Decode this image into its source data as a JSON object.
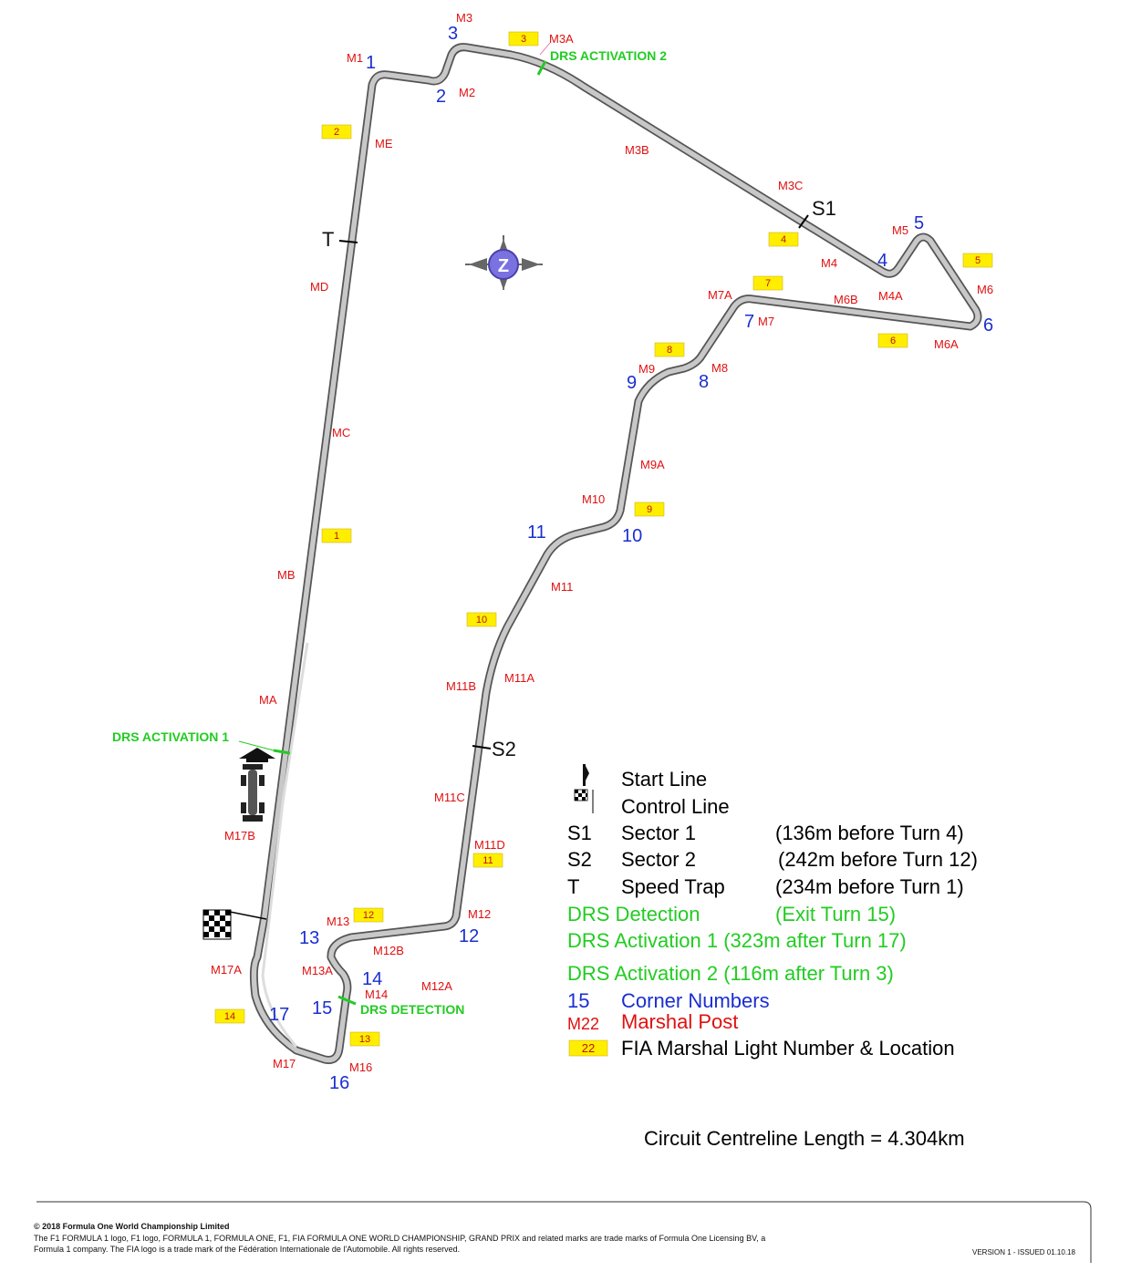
{
  "corners": [
    "1",
    "2",
    "3",
    "4",
    "5",
    "6",
    "7",
    "8",
    "9",
    "10",
    "11",
    "12",
    "13",
    "14",
    "15",
    "16",
    "17"
  ],
  "marshals": {
    "M1": "M1",
    "M2": "M2",
    "M3": "M3",
    "M3A": "M3A",
    "M3B": "M3B",
    "M3C": "M3C",
    "M4": "M4",
    "M4A": "M4A",
    "M5": "M5",
    "M6": "M6",
    "M6A": "M6A",
    "M6B": "M6B",
    "M7": "M7",
    "M7A": "M7A",
    "M8": "M8",
    "M9": "M9",
    "M9A": "M9A",
    "M10": "M10",
    "M11": "M11",
    "M11A": "M11A",
    "M11B": "M11B",
    "M11C": "M11C",
    "M11D": "M11D",
    "M12": "M12",
    "M12A": "M12A",
    "M12B": "M12B",
    "M13": "M13",
    "M13A": "M13A",
    "M14": "M14",
    "M16": "M16",
    "M17": "M17",
    "M17A": "M17A",
    "M17B": "M17B",
    "MA": "MA",
    "MB": "MB",
    "MC": "MC",
    "MD": "MD",
    "ME": "ME"
  },
  "lights": [
    "1",
    "2",
    "3",
    "4",
    "5",
    "6",
    "7",
    "8",
    "9",
    "10",
    "11",
    "12",
    "13",
    "14"
  ],
  "track_labels": {
    "s1": "S1",
    "s2": "S2",
    "t": "T",
    "drs_activation_2": "DRS ACTIVATION 2",
    "drs_activation_1": "DRS ACTIVATION 1",
    "drs_detection": "DRS DETECTION"
  },
  "legend": {
    "start_line": "Start Line",
    "control_line": "Control Line",
    "s1_key": "S1",
    "s1_name": "Sector 1",
    "s1_desc": "(136m before Turn 4)",
    "s2_key": "S2",
    "s2_name": "Sector 2",
    "s2_desc": "(242m before Turn 12)",
    "t_key": "T",
    "t_name": "Speed Trap",
    "t_desc": "(234m before Turn 1)",
    "drs_det": "DRS Detection",
    "drs_det_desc": "(Exit Turn 15)",
    "drs_act1": "DRS Activation 1 (323m after Turn 17)",
    "drs_act2": "DRS Activation 2 (116m after Turn 3)",
    "corner_key": "15",
    "corner_desc": "Corner Numbers",
    "marshal_key": "M22",
    "marshal_desc": "Marshal Post",
    "light_key": "22",
    "light_desc": "FIA Marshal Light Number & Location"
  },
  "length": "Circuit Centreline Length = 4.304km",
  "footer": {
    "copyright": "© 2018 Formula One World Championship Limited",
    "line1": "The F1 FORMULA 1 logo, F1 logo, FORMULA 1, FORMULA ONE, F1, FIA FORMULA ONE WORLD CHAMPIONSHIP, GRAND PRIX and related marks are trade marks of Formula One Licensing BV, a",
    "line2": "Formula 1 company. The FIA logo is a trade mark of the Fédération Internationale de l'Automobile. All rights reserved.",
    "version": "VERSION 1 - ISSUED 01.10.18"
  },
  "colors": {
    "corner": "#1a2fd0",
    "marshal": "#e01010",
    "drs": "#22cc22",
    "light": "#ffee00",
    "track": "#c8c8c8"
  },
  "compass_icon": "compass-n-icon"
}
